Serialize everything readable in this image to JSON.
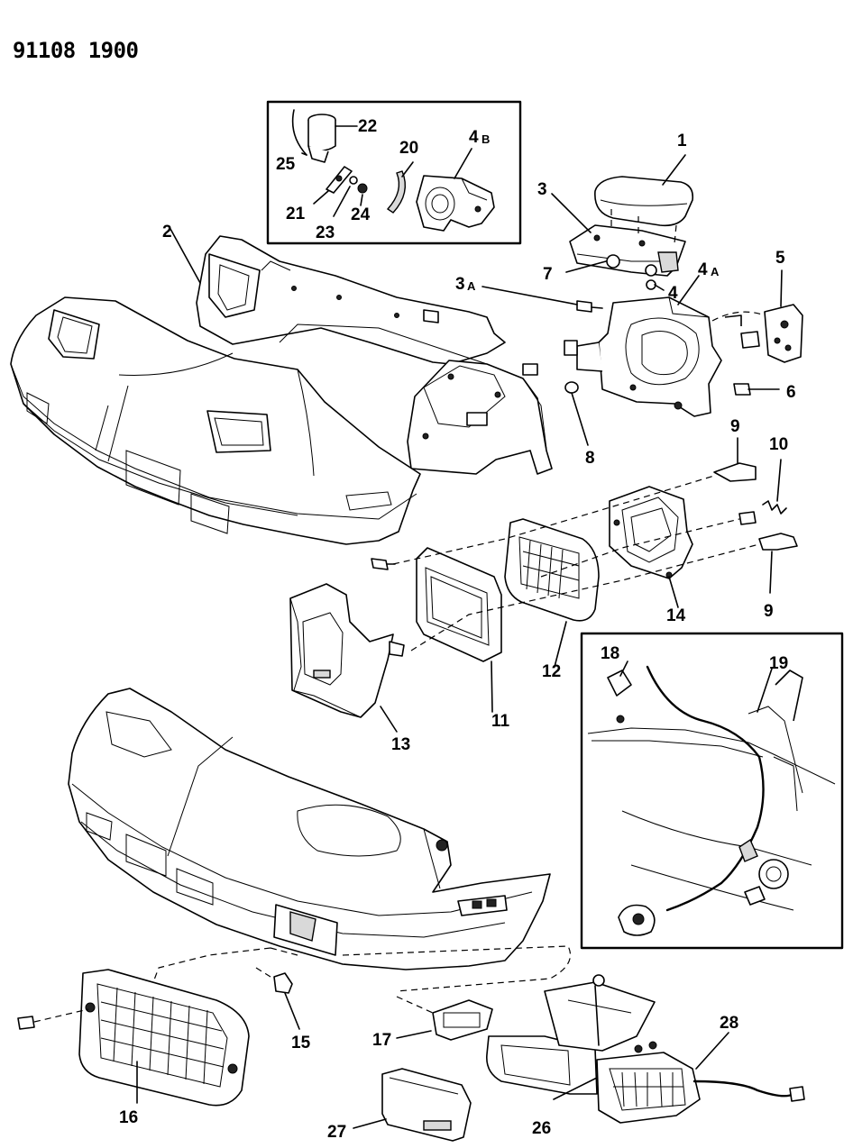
{
  "doc_id": "91108 1900",
  "callouts": {
    "c1": "1",
    "c2": "2",
    "c3": "3",
    "c3a": "3",
    "c3a_sub": "A",
    "c4": "4",
    "c4a": "4",
    "c4a_sub": "A",
    "c4b": "4",
    "c4b_sub": "B",
    "c5": "5",
    "c6": "6",
    "c7": "7",
    "c8": "8",
    "c9a": "9",
    "c9b": "9",
    "c10": "10",
    "c11": "11",
    "c12": "12",
    "c13": "13",
    "c14": "14",
    "c15": "15",
    "c16": "16",
    "c17": "17",
    "c18": "18",
    "c19": "19",
    "c20": "20",
    "c21": "21",
    "c22": "22",
    "c23": "23",
    "c24": "24",
    "c25": "25",
    "c26": "26",
    "c27": "27",
    "c28": "28"
  }
}
